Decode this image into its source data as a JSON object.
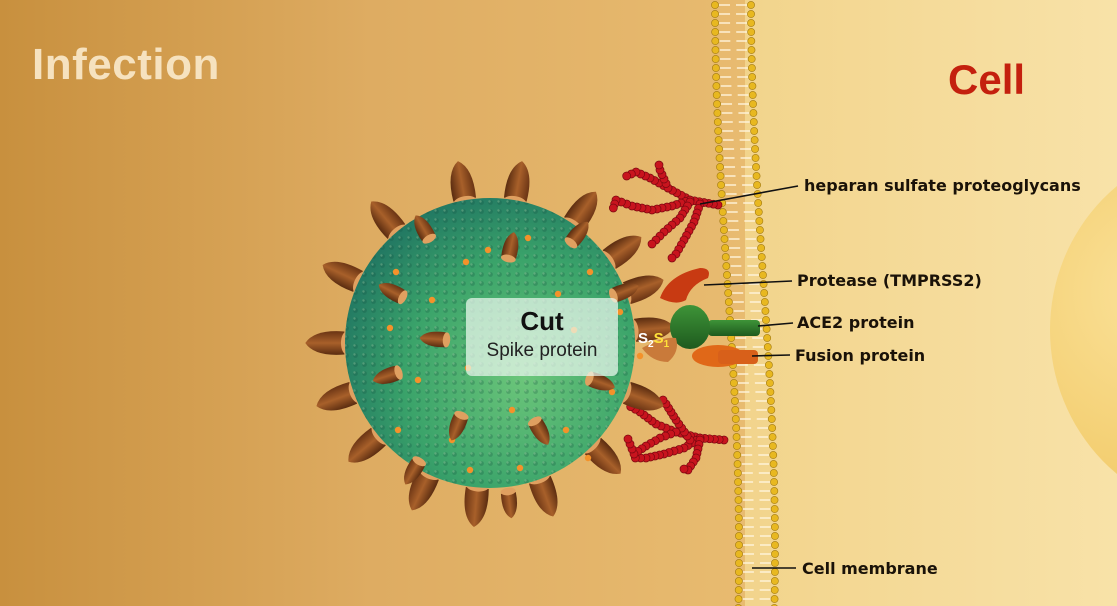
{
  "titles": {
    "left": "Infection",
    "right": "Cell"
  },
  "virus_label": {
    "title": "Cut",
    "subtitle": "Spike protein"
  },
  "subunits": {
    "s2": "S",
    "s2_sub": "2",
    "s1": "S",
    "s1_sub": "1"
  },
  "labels": {
    "heparan": "heparan sulfate proteoglycans",
    "protease": "Protease (TMPRSS2)",
    "ace2": "ACE2 protein",
    "fusion": "Fusion protein",
    "membrane": "Cell membrane"
  },
  "colors": {
    "background": "#d9a65a",
    "cell_title": "#c4200e",
    "virus_green": "#2f9a6a",
    "spike_brown": "#8a4a1e",
    "heparan_red": "#c8141e",
    "protease_red": "#c83a12",
    "ace2_green": "#2e7a2a",
    "fusion_orange": "#e06818",
    "membrane_gold": "#e8b820"
  }
}
